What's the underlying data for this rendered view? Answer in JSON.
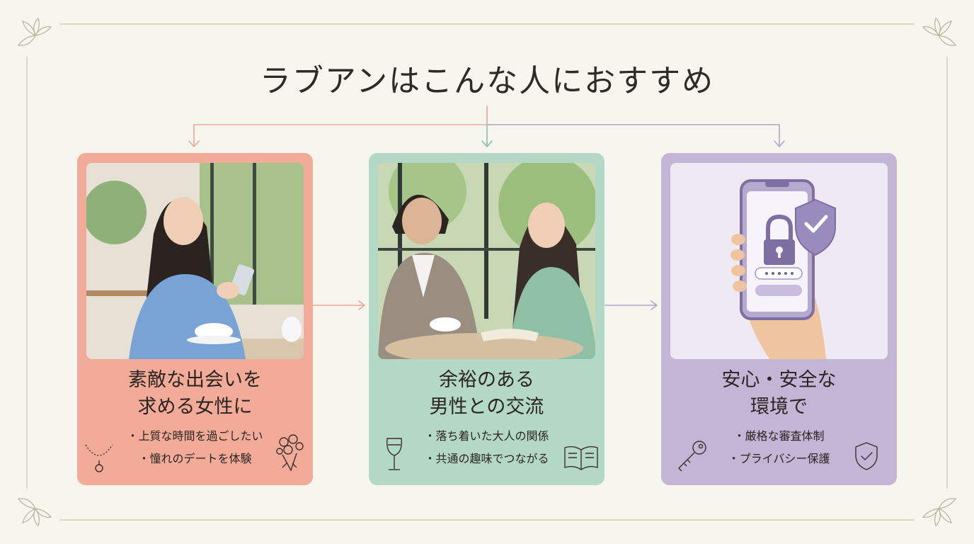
{
  "title": "ラブアンはこんな人におすすめ",
  "colors": {
    "background": "#f6f5ee",
    "card_pink": "#f2ab98",
    "card_green": "#b4d8c6",
    "card_purple": "#c3b5d6",
    "line_pink": "#e9a899",
    "line_green": "#8fbda8",
    "line_purple": "#b2a5cb"
  },
  "cards": [
    {
      "heading": [
        "素敵な出会いを",
        "求める女性に"
      ],
      "bullets": [
        "上質な時間を過ごしたい",
        "憧れのデートを体験"
      ],
      "photo": "woman-with-smartphone-photo",
      "icons": [
        "necklace-icon",
        "bouquet-icon"
      ]
    },
    {
      "heading": [
        "余裕のある",
        "男性との交流"
      ],
      "bullets": [
        "落ち着いた大人の関係",
        "共通の趣味でつながる"
      ],
      "photo": "couple-conversation-photo",
      "icons": [
        "wine-glass-icon",
        "open-book-icon"
      ]
    },
    {
      "heading": [
        "安心・安全な",
        "環境で"
      ],
      "bullets": [
        "厳格な審査体制",
        "プライバシー保護"
      ],
      "photo": "secure-phone-illustration",
      "icons": [
        "key-icon",
        "shield-check-icon"
      ]
    }
  ]
}
